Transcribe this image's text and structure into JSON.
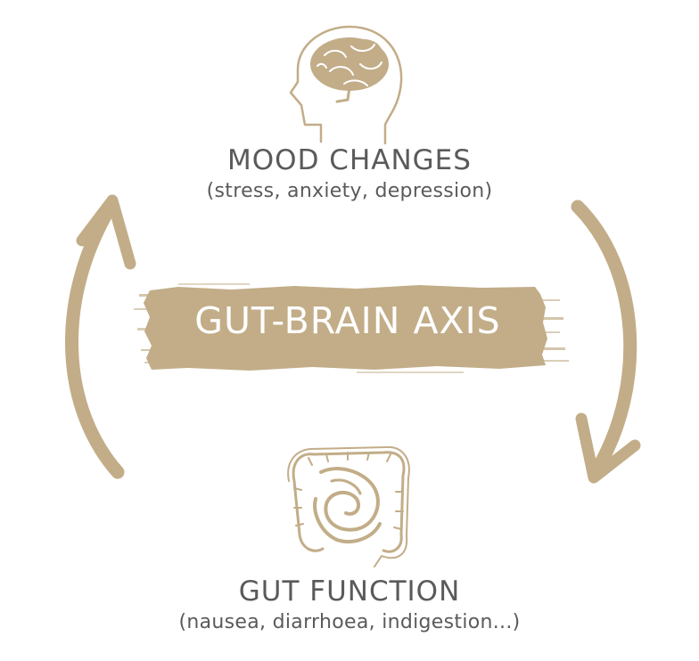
{
  "colors": {
    "accent": "#c2ad88",
    "text": "#5a5a5a",
    "background": "#ffffff"
  },
  "center": {
    "label": "GUT-BRAIN AXIS"
  },
  "top_node": {
    "icon": "head-brain-icon",
    "title": "MOOD CHANGES",
    "subtitle": "(stress, anxiety, depression)"
  },
  "bottom_node": {
    "icon": "intestine-icon",
    "title": "GUT FUNCTION",
    "subtitle": "(nausea, diarrhoea, indigestion...)"
  },
  "arrows": [
    {
      "name": "left-up-arrow",
      "direction": "up"
    },
    {
      "name": "right-down-arrow",
      "direction": "down"
    }
  ]
}
